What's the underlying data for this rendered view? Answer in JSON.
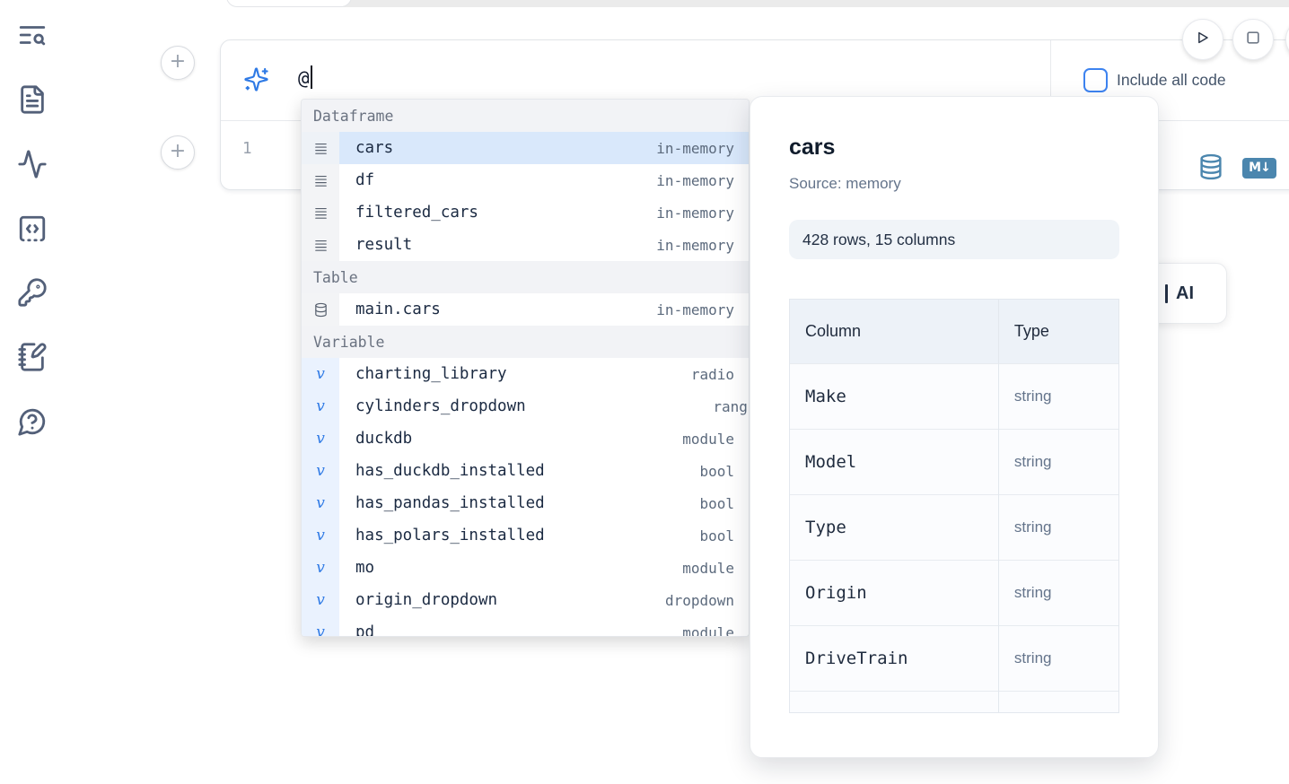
{
  "sidebar": {
    "items": [
      {
        "icon": "text-search-icon"
      },
      {
        "icon": "file-document-icon"
      },
      {
        "icon": "activity-icon"
      },
      {
        "icon": "code-square-icon"
      },
      {
        "icon": "key-icon"
      },
      {
        "icon": "notebook-pen-icon"
      },
      {
        "icon": "help-chat-icon"
      }
    ]
  },
  "cell": {
    "add_cell_top_label": "+",
    "add_cell_bottom_label": "+",
    "ai_input_value": "@",
    "include_all_code_label": "Include all code",
    "line_number": "1",
    "markdown_badge": "M↓"
  },
  "autocomplete": {
    "sections": [
      {
        "label": "Dataframe",
        "kind": "dataframe",
        "items": [
          {
            "name": "cars",
            "type": "in-memory",
            "selected": true
          },
          {
            "name": "df",
            "type": "in-memory"
          },
          {
            "name": "filtered_cars",
            "type": "in-memory"
          },
          {
            "name": "result",
            "type": "in-memory"
          }
        ]
      },
      {
        "label": "Table",
        "kind": "table",
        "items": [
          {
            "name": "main.cars",
            "type": "in-memory"
          }
        ]
      },
      {
        "label": "Variable",
        "kind": "variable",
        "items": [
          {
            "name": "charting_library",
            "type": "radio"
          },
          {
            "name": "cylinders_dropdown",
            "type": "range_slider"
          },
          {
            "name": "duckdb",
            "type": "module"
          },
          {
            "name": "has_duckdb_installed",
            "type": "bool"
          },
          {
            "name": "has_pandas_installed",
            "type": "bool"
          },
          {
            "name": "has_polars_installed",
            "type": "bool"
          },
          {
            "name": "mo",
            "type": "module"
          },
          {
            "name": "origin_dropdown",
            "type": "dropdown"
          },
          {
            "name": "pd",
            "type": "module"
          }
        ]
      }
    ]
  },
  "preview": {
    "title": "cars",
    "source": "Source: memory",
    "shape_badge": "428 rows, 15 columns",
    "table": {
      "headers": [
        "Column",
        "Type"
      ],
      "rows": [
        [
          "Make",
          "string"
        ],
        [
          "Model",
          "string"
        ],
        [
          "Type",
          "string"
        ],
        [
          "Origin",
          "string"
        ],
        [
          "DriveTrain",
          "string"
        ]
      ]
    }
  },
  "ai_card": {
    "label": "AI"
  },
  "colors": {
    "accent_blue": "#3b82f6",
    "steel_blue": "#4b86ae",
    "selection_blue": "#d9e8fb",
    "icon_slate": "#536079"
  }
}
